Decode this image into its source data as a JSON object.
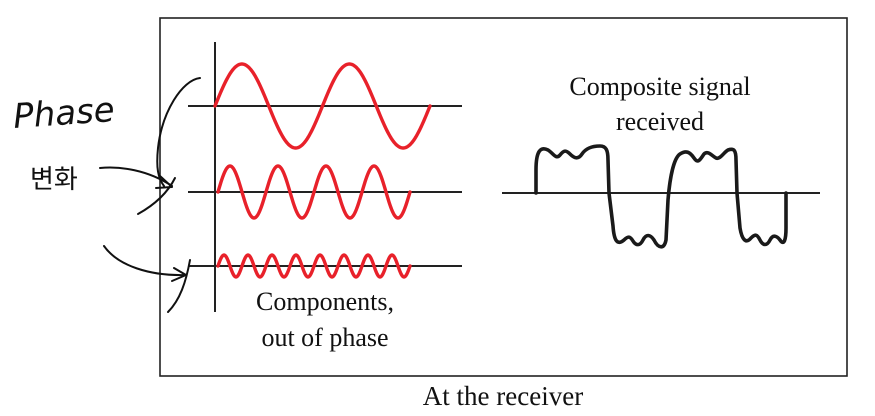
{
  "colors": {
    "component_wave": "#e8212a",
    "composite_wave": "#1a1a1a",
    "frame": "#222222",
    "axis": "#222222",
    "handwriting": "#111111"
  },
  "labels": {
    "components_line1": "Components,",
    "components_line2": "out of phase",
    "composite_line1": "Composite signal",
    "composite_line2": "received",
    "caption": "At the receiver"
  },
  "handwritten_notes": {
    "word1": "Phase",
    "word2": "변화"
  },
  "components": [
    {
      "name": "component-1",
      "cycles": 2
    },
    {
      "name": "component-2",
      "cycles": 4
    },
    {
      "name": "component-3",
      "cycles": 8
    }
  ]
}
